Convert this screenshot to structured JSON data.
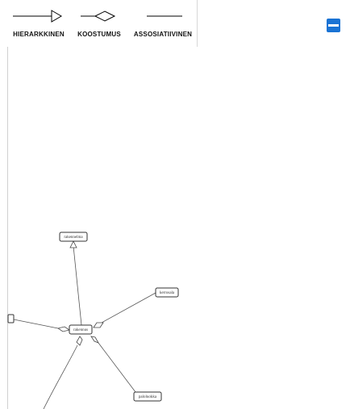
{
  "legend": {
    "hierarchical": "HIERARKKINEN",
    "composition": "KOOSTUMUS",
    "association": "ASSOSIATIIVINEN"
  },
  "nodes": {
    "rakennelma": "rakennelma",
    "rakennus": "rakennus",
    "kerrosala": "kerrosala",
    "paloluokka": "paloluokka"
  },
  "toolbar": {
    "save_icon": "save-icon",
    "accent_color": "#1a73d4"
  }
}
